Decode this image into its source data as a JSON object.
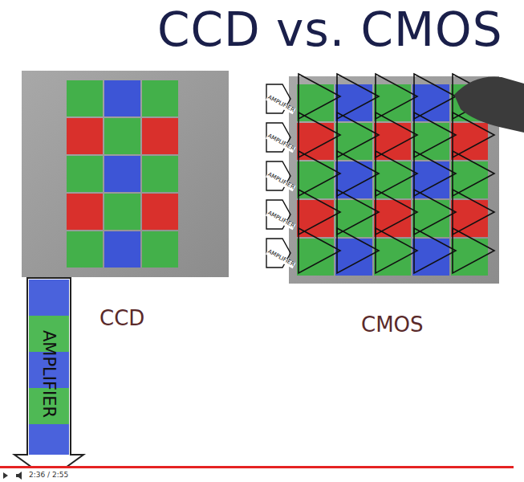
{
  "diagram": {
    "title": "CCD vs. CMOS",
    "labels": [
      "CCD",
      "CMOS",
      "AMPLIFIER",
      "AMPLIFIER",
      "AMPLIFIER",
      "AMPLIFIER",
      "AMPLIFIER",
      "AMPLIFIER",
      "2:36 / 2:55"
    ]
  }
}
